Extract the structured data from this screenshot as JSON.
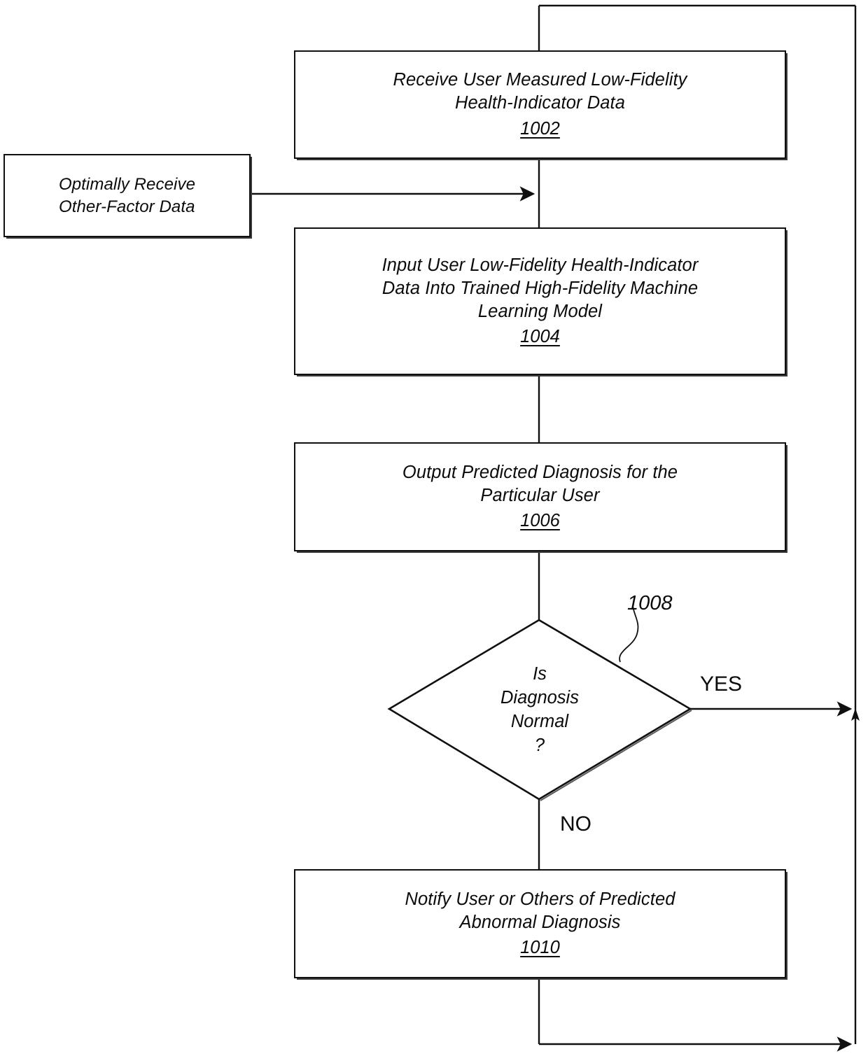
{
  "figure": {
    "kind": "patent-flowchart",
    "ink_color": "#101010",
    "page_background": "#ffffff"
  },
  "nodes": {
    "receive_data": {
      "text": "Receive User Measured Low-Fidelity\nHealth-Indicator Data",
      "number": "1002"
    },
    "other_factor": {
      "text": "Optimally Receive\nOther-Factor Data"
    },
    "input_model": {
      "text": "Input User Low-Fidelity Health-Indicator\nData Into Trained High-Fidelity Machine\nLearning Model",
      "number": "1004"
    },
    "output_diagnosis": {
      "text": "Output Predicted Diagnosis for the\nParticular User",
      "number": "1006"
    },
    "decision": {
      "text": "Is\nDiagnosis\nNormal\n?",
      "number": "1008"
    },
    "notify": {
      "text": "Notify User or Others of Predicted\nAbnormal Diagnosis",
      "number": "1010"
    }
  },
  "edges": {
    "yes_label": "YES",
    "no_label": "NO"
  }
}
